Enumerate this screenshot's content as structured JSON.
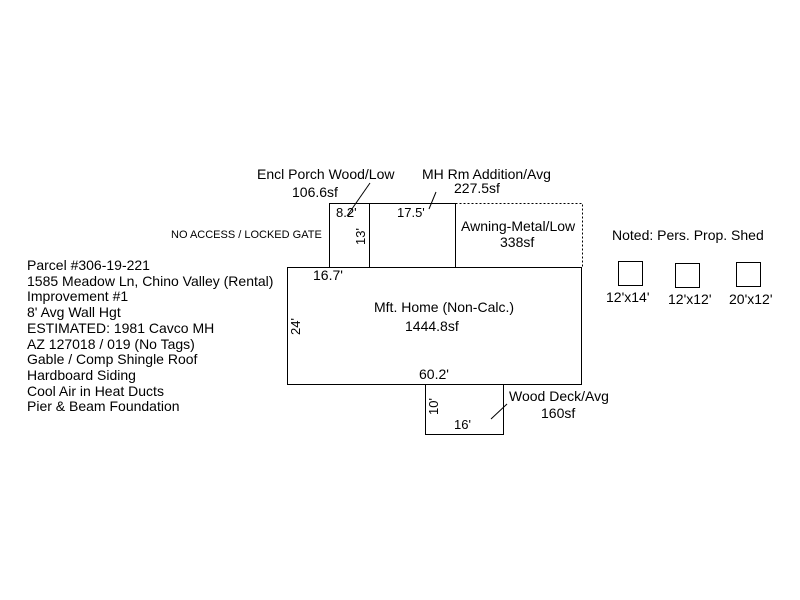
{
  "parcel_info": [
    "Parcel #306-19-221",
    "1585 Meadow Ln, Chino Valley (Rental)",
    "Improvement #1",
    "8' Avg Wall Hgt",
    "ESTIMATED: 1981 Cavco MH",
    "AZ 127018 / 019 (No Tags)",
    "Gable / Comp Shingle Roof",
    "Hardboard Siding",
    "Cool Air in Heat Ducts",
    "Pier & Beam Foundation"
  ],
  "areas": {
    "porch": {
      "name": "Encl Porch Wood/Low",
      "area": "106.6sf",
      "width": "8.2'",
      "depth": "13'"
    },
    "addition": {
      "name": "MH Rm Addition/Avg",
      "area": "227.5sf",
      "width": "17.5'"
    },
    "awning": {
      "name": "Awning-Metal/Low",
      "area": "338sf"
    },
    "home": {
      "name": "Mft. Home (Non-Calc.)",
      "area": "1444.8sf",
      "length": "60.2'",
      "width": "24'",
      "segment": "16.7'"
    },
    "deck": {
      "name": "Wood Deck/Avg",
      "area": "160sf",
      "length": "16'",
      "width": "10'"
    }
  },
  "gate_note": "NO ACCESS / LOCKED GATE",
  "sheds": {
    "title": "Noted: Pers. Prop. Shed",
    "items": [
      "12'x14'",
      "12'x12'",
      "20'x12'"
    ]
  }
}
